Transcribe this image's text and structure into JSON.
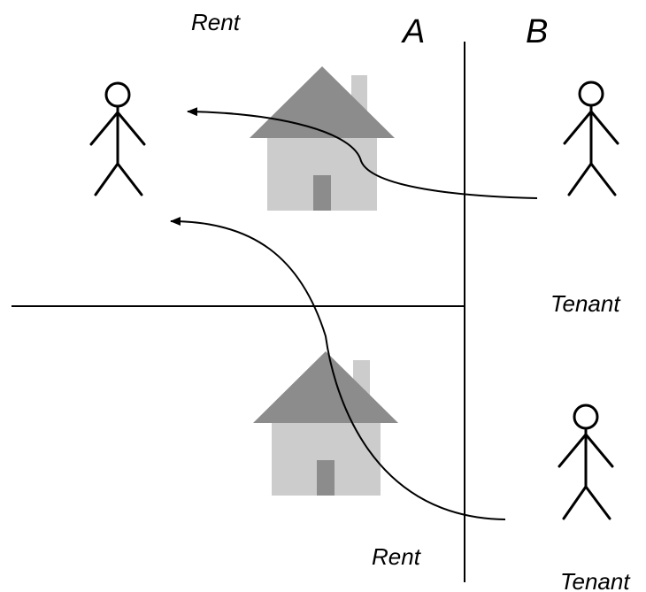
{
  "labels": {
    "rent_top": "Rent",
    "column_a": "A",
    "column_b": "B",
    "tenant_upper": "Tenant",
    "rent_bottom": "Rent",
    "tenant_lower": "Tenant"
  },
  "colors": {
    "roof": "#8c8c8c",
    "house_body": "#cccccc",
    "door": "#8c8c8c",
    "chimney": "#cccccc",
    "line": "#000000"
  },
  "icons": {
    "person": "stick-figure-icon",
    "house": "house-icon",
    "arrowhead": "arrowhead-icon"
  }
}
